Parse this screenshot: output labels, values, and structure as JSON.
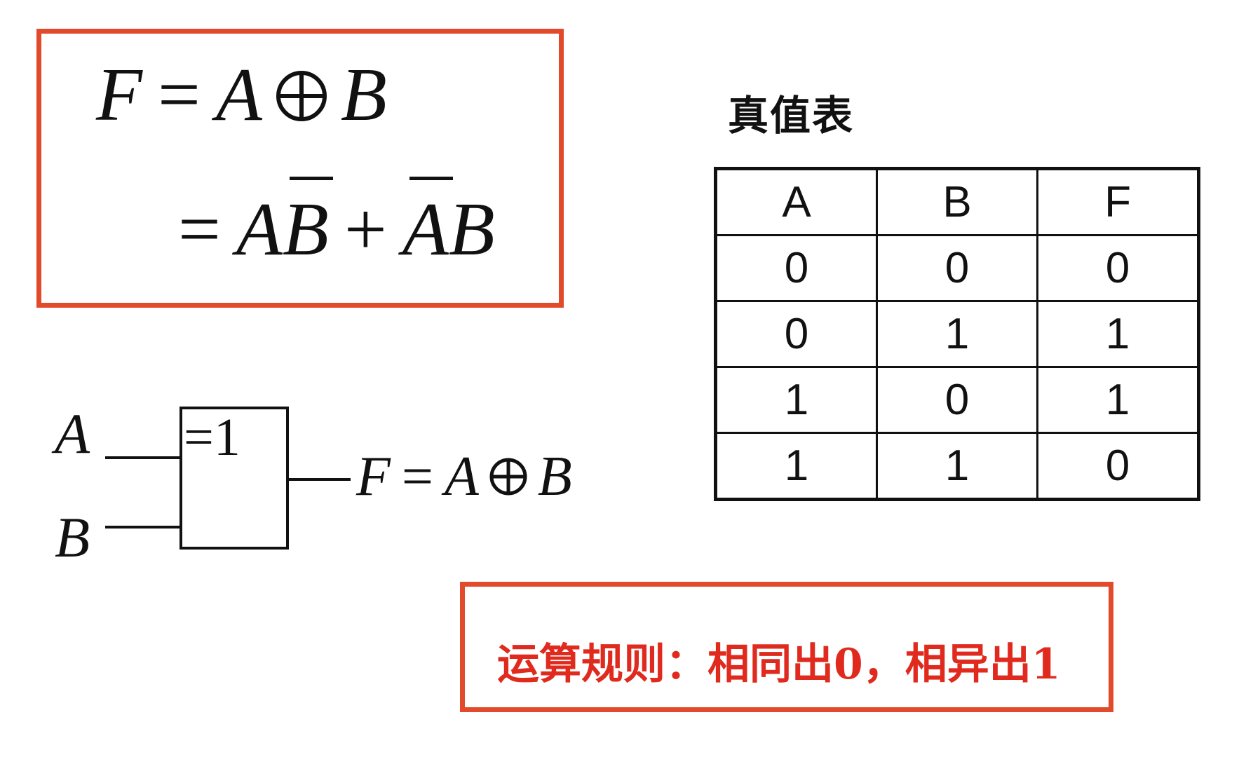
{
  "formula": {
    "line1": {
      "lhs": "F",
      "eq": "=",
      "a": "A",
      "b": "B"
    },
    "line2": {
      "eq": "=",
      "t1a": "A",
      "t1b": "B",
      "plus": "+",
      "t2a": "A",
      "t2b": "B"
    }
  },
  "truth_table": {
    "title": "真值表",
    "headers": [
      "A",
      "B",
      "F"
    ],
    "rows": [
      [
        "0",
        "0",
        "0"
      ],
      [
        "0",
        "1",
        "1"
      ],
      [
        "1",
        "0",
        "1"
      ],
      [
        "1",
        "1",
        "0"
      ]
    ]
  },
  "gate": {
    "input_a": "A",
    "input_b": "B",
    "label": "=1",
    "output": {
      "lhs": "F",
      "eq": "=",
      "a": "A",
      "b": "B"
    }
  },
  "rule": {
    "text": "运算规则：相同出0，相异出1"
  },
  "colors": {
    "accent_border": "#e24a2c",
    "rule_text": "#e02a1e",
    "ink": "#111111"
  }
}
